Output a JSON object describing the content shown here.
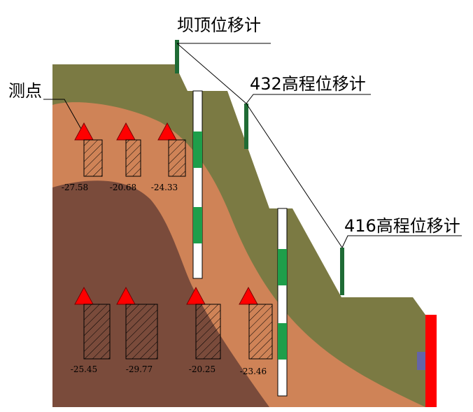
{
  "labels": {
    "crest_meter": "坝顶位移计",
    "meter_432": "432高程位移计",
    "meter_416": "416高程位移计",
    "measuring_point": "测点"
  },
  "upper_points": [
    "-27.58",
    "-20.68",
    "-24.33"
  ],
  "lower_points": [
    "-25.45",
    "-29.77",
    "-20.25",
    "-23.46"
  ],
  "colors": {
    "outer_layer": "#7b7a43",
    "middle_layer": "#cf8357",
    "core_layer": "#7a4b3b",
    "marker": "#ff0000",
    "sensor": "#1e9e4a",
    "meter_bar": "#1f6b35",
    "wall": "#ff0000",
    "block": "#6464a8"
  }
}
